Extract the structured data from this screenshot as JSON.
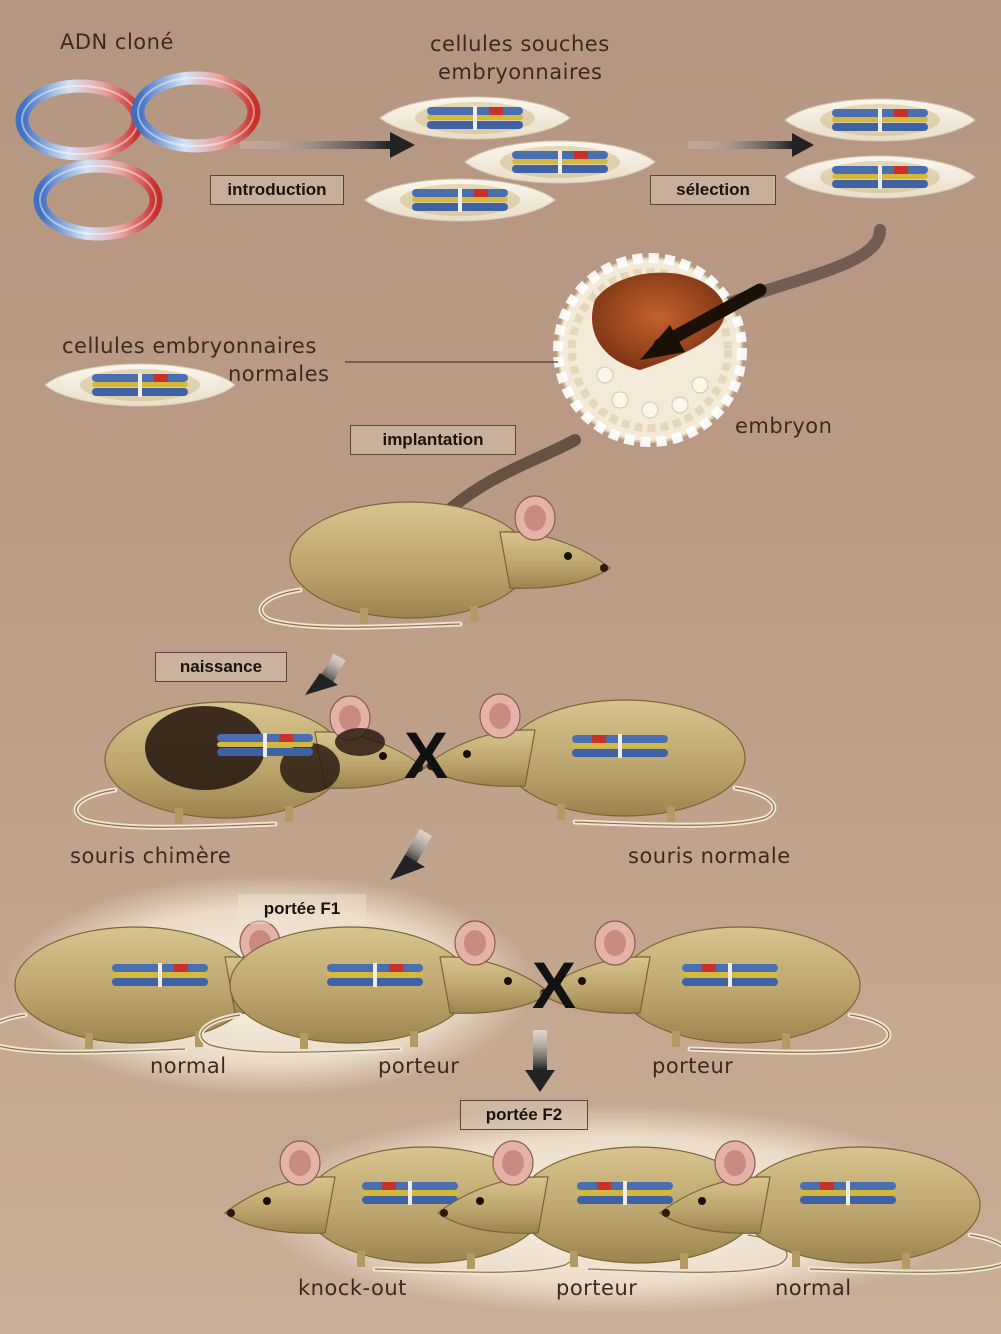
{
  "labels": {
    "adn_clone": "ADN cloné",
    "cellules_souches": "cellules souches",
    "embryonnaires": "embryonnaires",
    "cellules_normales_1": "cellules embryonnaires",
    "cellules_normales_2": "normales",
    "embryon": "embryon",
    "souris_chimere": "souris chimère",
    "souris_normale": "souris normale",
    "f1_normal": "normal",
    "f1_porteur": "porteur",
    "f1_porteur_2": "porteur",
    "f2_knockout": "knock-out",
    "f2_porteur": "porteur",
    "f2_normal": "normal"
  },
  "steps": {
    "introduction": "introduction",
    "selection": "sélection",
    "implantation": "implantation",
    "naissance": "naissance",
    "portee_f1": "portée F1",
    "portee_f2": "portée F2"
  },
  "cross_symbol": "X",
  "icons": [
    "dna-ring-icon",
    "stem-cell-icon",
    "embryo-icon",
    "mouse-icon",
    "chromosome-icon",
    "arrow-icon"
  ],
  "colors": {
    "background": "#b89a85",
    "chromosome_blue": "#4a6fb0",
    "chromosome_red": "#c8302a",
    "chromosome_yellow": "#d6b93a",
    "mouse_fur": "#c2ad78",
    "embryo_core": "#a34b1f"
  }
}
